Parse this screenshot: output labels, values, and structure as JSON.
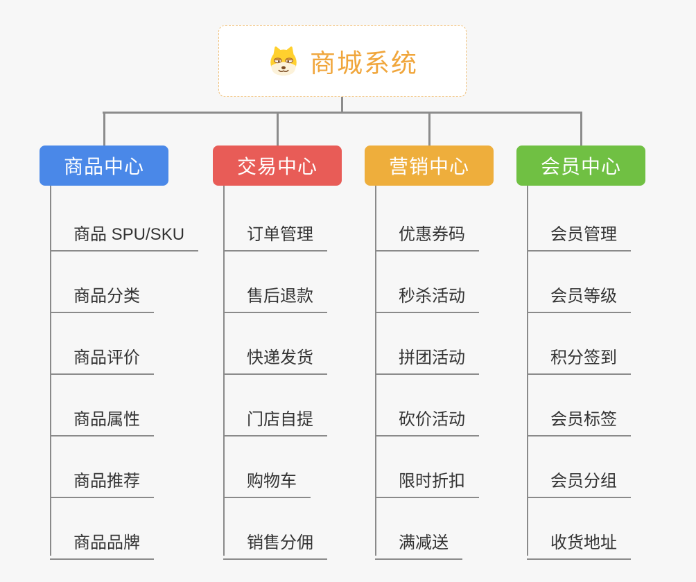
{
  "canvas": {
    "background": "#f7f7f7",
    "connector_color": "#8c8c8c",
    "leaf_text_color": "#333333",
    "leaf_underline_color": "#8a8a8a"
  },
  "root": {
    "title": "商城系统",
    "text_color": "#f0a63c",
    "border_color": "#f0c079",
    "background": "#ffffff",
    "icon": "doge-dog-icon"
  },
  "branches": [
    {
      "label": "商品中心",
      "color": "#4a88e8",
      "items": [
        "商品 SPU/SKU",
        "商品分类",
        "商品评价",
        "商品属性",
        "商品推荐",
        "商品品牌"
      ]
    },
    {
      "label": "交易中心",
      "color": "#e85c57",
      "items": [
        "订单管理",
        "售后退款",
        "快递发货",
        "门店自提",
        "购物车",
        "销售分佣"
      ]
    },
    {
      "label": "营销中心",
      "color": "#eeae3c",
      "items": [
        "优惠券码",
        "秒杀活动",
        "拼团活动",
        "砍价活动",
        "限时折扣",
        "满减送"
      ]
    },
    {
      "label": "会员中心",
      "color": "#70c043",
      "items": [
        "会员管理",
        "会员等级",
        "积分签到",
        "会员标签",
        "会员分组",
        "收货地址"
      ]
    }
  ]
}
